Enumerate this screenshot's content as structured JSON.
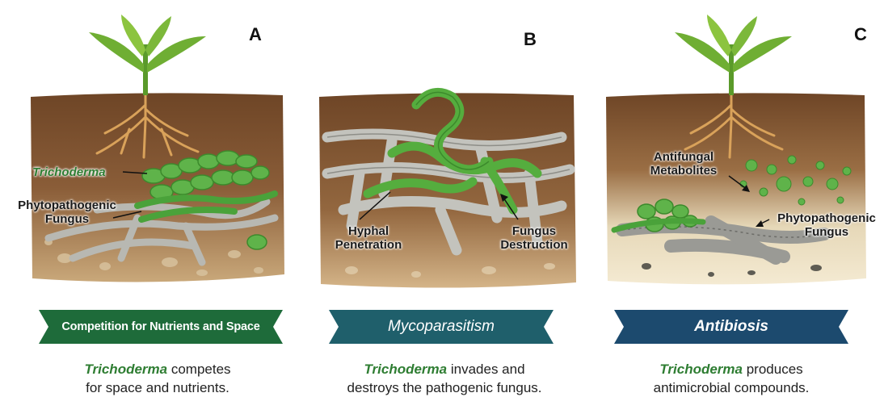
{
  "panels": [
    {
      "letter": "A",
      "labels": {
        "trichoderma": "Trichoderma",
        "pathogen": "Phytopathogenic Fungus"
      },
      "banner": "Competition for Nutrients and Space",
      "desc": {
        "em": "Trichoderma",
        "rest1": " competes",
        "line2": "for space and nutrients."
      }
    },
    {
      "letter": "B",
      "labels": {
        "hyphal": "Hyphal Penetration",
        "destruction": "Fungus Destruction"
      },
      "banner": "Mycoparasitism",
      "desc": {
        "em": "Trichoderma",
        "rest1": " invades and",
        "line2": "destroys the pathogenic fungus."
      }
    },
    {
      "letter": "C",
      "labels": {
        "metabolites": "Antifungal Metabolites",
        "pathogen": "Phytopathogenic Fungus"
      },
      "banner": "Antibiosis",
      "desc": {
        "em": "Trichoderma",
        "rest1": " produces",
        "line2": "antimicrobial compounds."
      }
    }
  ],
  "colors": {
    "banner_a": "#1e6b3a",
    "banner_b": "#1f5f6b",
    "banner_c": "#1c4a6e",
    "trichoderma_green": "#2e7d32",
    "soil": "#7a5232",
    "hypha_grey": "#b9b9b4"
  }
}
